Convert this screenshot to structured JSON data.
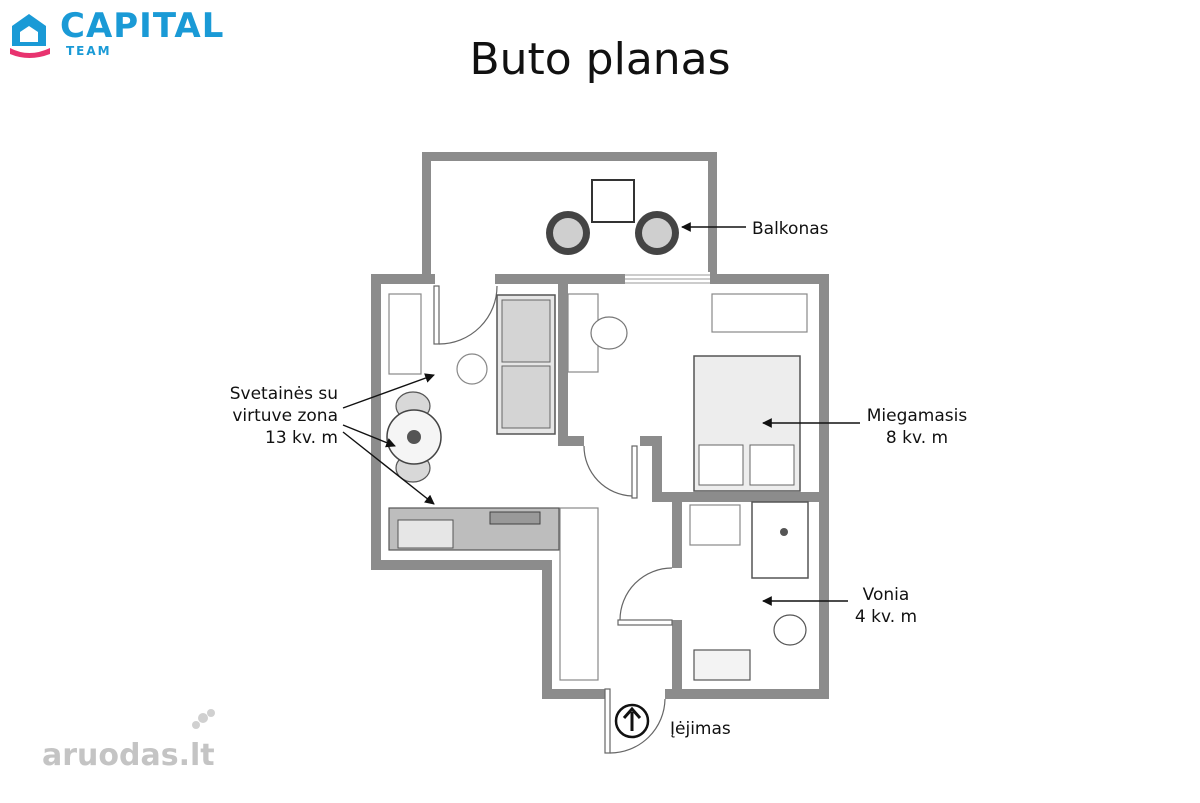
{
  "logo": {
    "brand": "CAPITAL",
    "sub": "TEAM"
  },
  "title": "Buto planas",
  "rooms": {
    "balcony": {
      "name": "Balkonas"
    },
    "living": {
      "line1": "Svetainės su",
      "line2": "virtuve zona",
      "area": "13 kv. m"
    },
    "bedroom": {
      "name": "Miegamasis",
      "area": "8 kv. m"
    },
    "bath": {
      "name": "Vonia",
      "area": "4 kv. m"
    },
    "entrance": {
      "name": "Įėjimas"
    }
  },
  "watermark": "aruodas.lt",
  "colors": {
    "wall": "#8c8c8c",
    "brand": "#1a9ad6",
    "logo_accent": "#e8336f",
    "furniture": "#555555"
  }
}
